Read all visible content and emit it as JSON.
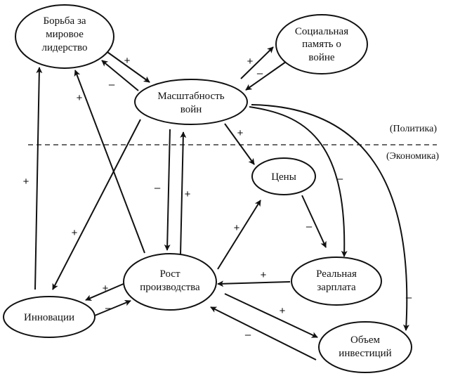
{
  "regions": {
    "top": "(Политика)",
    "bottom": "(Экономика)"
  },
  "nodes": {
    "leadership": [
      "Борьба за",
      "мировое",
      "лидерство"
    ],
    "memory": [
      "Социальная",
      "память о",
      "войне"
    ],
    "war_scale": [
      "Масштабность",
      "войн"
    ],
    "prices": [
      "Цены"
    ],
    "real_wage": [
      "Реальная",
      "зарплата"
    ],
    "production": [
      "Рост",
      "производства"
    ],
    "innovation": [
      "Инновации"
    ],
    "investment": [
      "Объем",
      "инвестиций"
    ]
  },
  "edges": [
    {
      "id": "leadership-to-war",
      "sign": "+"
    },
    {
      "id": "war-to-leadership",
      "sign": "–"
    },
    {
      "id": "war-to-memory",
      "sign": "+"
    },
    {
      "id": "memory-to-war",
      "sign": "–"
    },
    {
      "id": "war-to-prices",
      "sign": "+"
    },
    {
      "id": "war-to-wage",
      "sign": "–"
    },
    {
      "id": "war-to-investment",
      "sign": "–"
    },
    {
      "id": "war-to-production",
      "sign": "–"
    },
    {
      "id": "production-to-war",
      "sign": "+"
    },
    {
      "id": "war-to-innovation",
      "sign": "+"
    },
    {
      "id": "innovation-to-leadership",
      "sign": "+"
    },
    {
      "id": "production-to-leadership",
      "sign": "+"
    },
    {
      "id": "production-to-prices",
      "sign": "+"
    },
    {
      "id": "prices-to-wage",
      "sign": "–"
    },
    {
      "id": "wage-to-production",
      "sign": "+"
    },
    {
      "id": "production-to-investment",
      "sign": "+"
    },
    {
      "id": "investment-to-production",
      "sign": "–"
    },
    {
      "id": "production-to-innovation",
      "sign": "+"
    },
    {
      "id": "innovation-to-production",
      "sign": "–"
    }
  ]
}
